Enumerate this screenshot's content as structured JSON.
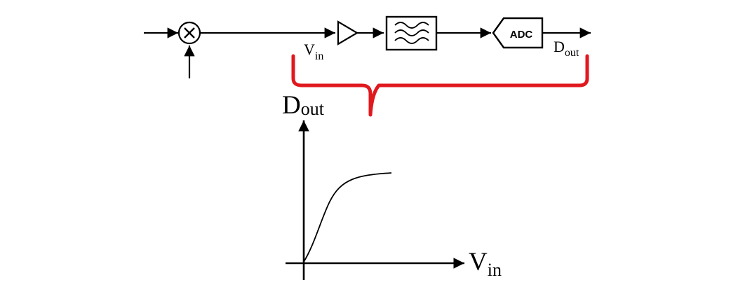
{
  "diagram": {
    "mixer_symbol": "×",
    "adc_label": "ADC",
    "vin_label": {
      "base": "V",
      "sub": "in"
    },
    "dout_label": {
      "base": "D",
      "sub": "out"
    },
    "brace_color": "#e0191f",
    "line_color": "#000000",
    "icons": [
      "mixer-icon",
      "amplifier-icon",
      "bandpass-filter-icon",
      "adc-block-icon"
    ]
  },
  "graph": {
    "y_axis_label": {
      "base": "D",
      "sub": "out"
    },
    "x_axis_label": {
      "base": "V",
      "sub": "in"
    },
    "curve": "saturating transfer curve"
  }
}
